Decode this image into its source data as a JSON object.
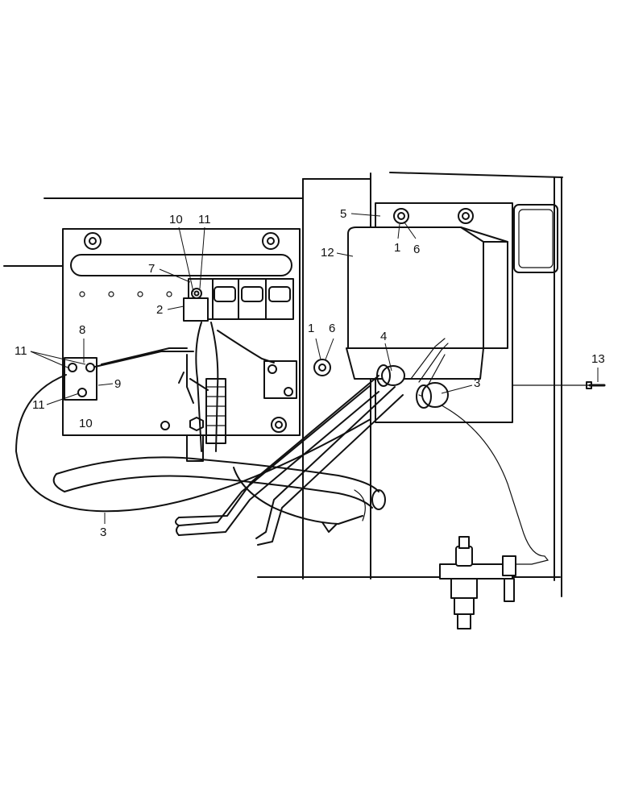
{
  "callouts": {
    "c1a": "1",
    "c6a": "6",
    "c5": "5",
    "c12": "12",
    "c10a": "10",
    "c11a": "11",
    "c7": "7",
    "c2": "2",
    "c8": "8",
    "c11b": "11",
    "c9": "9",
    "c11c": "11",
    "c10b": "10",
    "c1b": "1",
    "c6b": "6",
    "c4": "4",
    "c3a": "3",
    "c13": "13",
    "c3b": "3"
  }
}
